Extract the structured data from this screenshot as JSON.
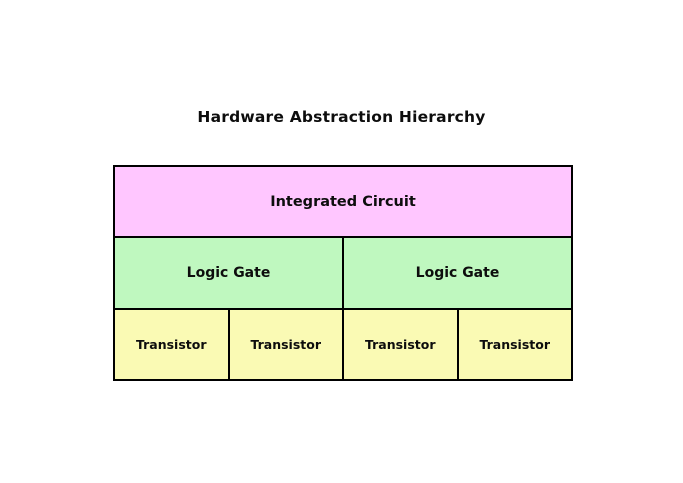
{
  "diagram": {
    "title": "Hardware Abstraction Hierarchy",
    "colors": {
      "background": "#ffffff",
      "border": "#000000",
      "text": "#0d0d0d",
      "integrated_circuit_fill": "#ffc6ff",
      "logic_gate_fill": "#bff8bf",
      "transistor_fill": "#fafab4"
    },
    "tiers": [
      {
        "level": 1,
        "name": "integrated-circuit",
        "fill": "#ffc6ff",
        "cells": [
          {
            "label": "Integrated Circuit"
          }
        ]
      },
      {
        "level": 2,
        "name": "logic-gate",
        "fill": "#bff8bf",
        "cells": [
          {
            "label": "Logic Gate"
          },
          {
            "label": "Logic Gate"
          }
        ]
      },
      {
        "level": 3,
        "name": "transistor",
        "fill": "#fafab4",
        "cells": [
          {
            "label": "Transistor"
          },
          {
            "label": "Transistor"
          },
          {
            "label": "Transistor"
          },
          {
            "label": "Transistor"
          }
        ]
      }
    ]
  }
}
